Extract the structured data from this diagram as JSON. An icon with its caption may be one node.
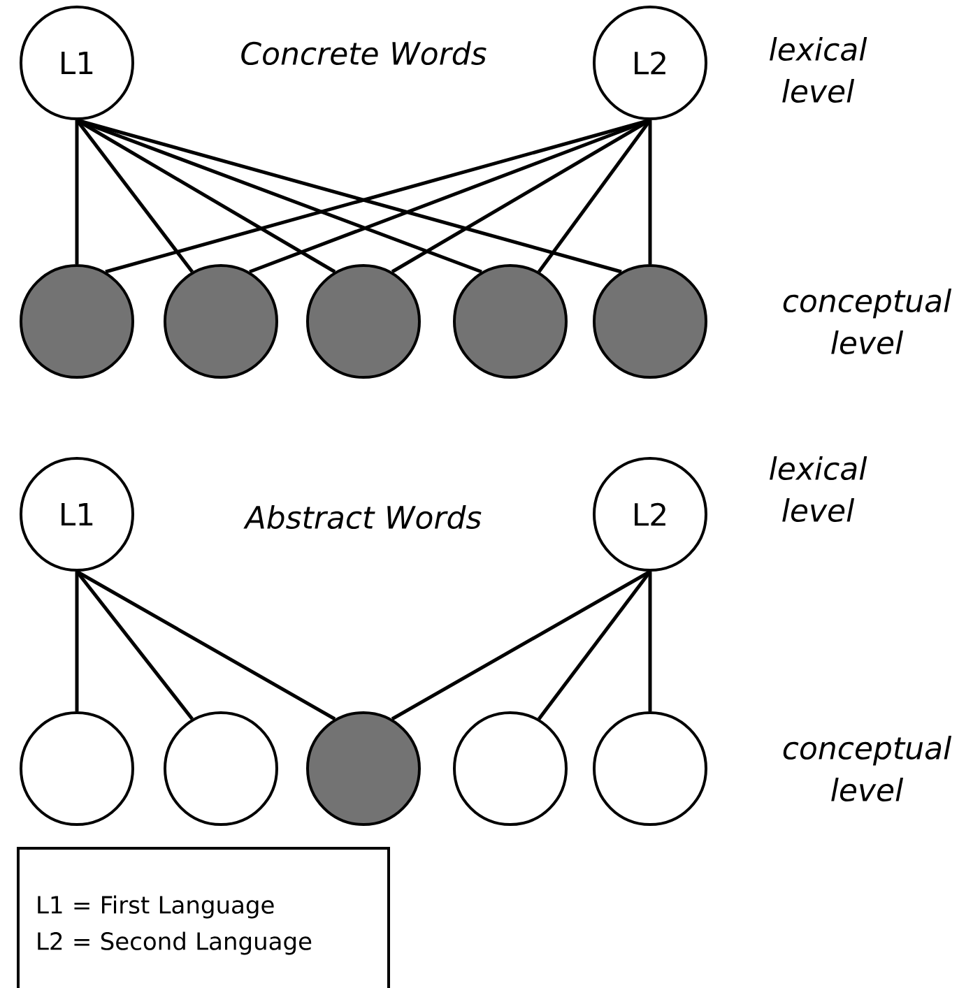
{
  "diagram": {
    "nodes": [
      {
        "text": [
          "L1"
        ]
      },
      {
        "text": [
          "L2"
        ]
      },
      {
        "text": [],
        "shape": "circle"
      },
      {
        "text": [],
        "shape": "circle"
      },
      {
        "text": [],
        "shape": "circle"
      },
      {
        "text": [],
        "shape": "circle"
      },
      {
        "text": [],
        "shape": "circle"
      },
      {
        "text": [
          "L1"
        ]
      },
      {
        "text": [
          "L2"
        ]
      },
      {
        "text": [],
        "shape": "circle"
      },
      {
        "text": [],
        "shape": "circle"
      },
      {
        "text": [],
        "shape": "circle"
      },
      {
        "text": [],
        "shape": "circle"
      },
      {
        "text": [],
        "shape": "circle"
      },
      {
        "text": [
          "L1 = First Language",
          "L2 = Second Language"
        ]
      }
    ],
    "edges": [
      {
        "from": 0,
        "to": 2,
        "arrow": "none"
      },
      {
        "from": 0,
        "to": 3,
        "arrow": "none"
      },
      {
        "from": 0,
        "to": 4,
        "arrow": "none"
      },
      {
        "from": 0,
        "to": 5,
        "arrow": "none"
      },
      {
        "from": 0,
        "to": 6,
        "arrow": "none"
      },
      {
        "from": 1,
        "to": 2,
        "arrow": "none"
      },
      {
        "from": 1,
        "to": 3,
        "arrow": "none"
      },
      {
        "from": 1,
        "to": 4,
        "arrow": "none"
      },
      {
        "from": 1,
        "to": 5,
        "arrow": "none"
      },
      {
        "from": 1,
        "to": 6,
        "arrow": "none"
      },
      {
        "from": 7,
        "to": 9,
        "arrow": "none"
      },
      {
        "from": 7,
        "to": 10,
        "arrow": "none"
      },
      {
        "from": 7,
        "to": 11,
        "arrow": "none"
      },
      {
        "from": 8,
        "to": 11,
        "arrow": "none"
      },
      {
        "from": 8,
        "to": 12,
        "arrow": "none"
      },
      {
        "from": 8,
        "to": 13,
        "arrow": "none"
      }
    ],
    "labels": [
      "Concrete Words",
      "lexical level",
      "conceptual level",
      "Abstract Words",
      "lexical level",
      "conceptual level"
    ]
  }
}
